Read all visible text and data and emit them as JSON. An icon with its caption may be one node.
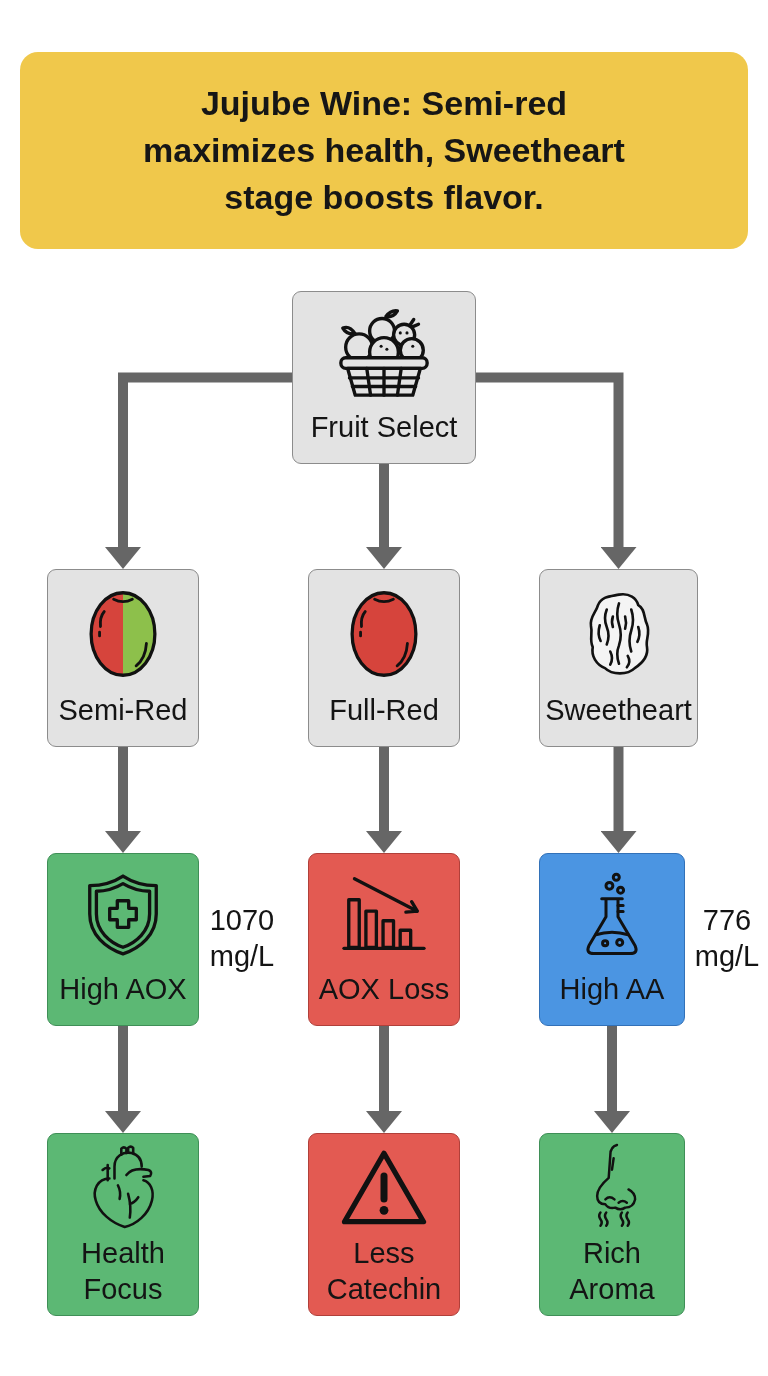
{
  "diagram": {
    "title": "Jujube Wine: Semi-red maximizes health, Sweetheart stage boosts flavor.",
    "nodes": [
      {
        "text": [
          "Fruit Select"
        ]
      },
      {
        "text": [
          "Semi-Red"
        ]
      },
      {
        "text": [
          "Full-Red"
        ]
      },
      {
        "text": [
          "Sweetheart"
        ]
      },
      {
        "text": [
          "High AOX"
        ],
        "beside": [
          "1070 mg/L"
        ]
      },
      {
        "text": [
          "AOX Loss"
        ]
      },
      {
        "text": [
          "High AA"
        ],
        "beside": [
          "776 mg/L"
        ]
      },
      {
        "text": [
          "Health Focus"
        ]
      },
      {
        "text": [
          "Less Catechin"
        ]
      },
      {
        "text": [
          "Rich Aroma"
        ]
      }
    ],
    "edges": [
      {
        "from": 0,
        "to": 1,
        "arrow": "to"
      },
      {
        "from": 0,
        "to": 2,
        "arrow": "to"
      },
      {
        "from": 0,
        "to": 3,
        "arrow": "to"
      },
      {
        "from": 1,
        "to": 4,
        "arrow": "to"
      },
      {
        "from": 2,
        "to": 5,
        "arrow": "to"
      },
      {
        "from": 3,
        "to": 6,
        "arrow": "to"
      },
      {
        "from": 4,
        "to": 7,
        "arrow": "to"
      },
      {
        "from": 5,
        "to": 8,
        "arrow": "to"
      },
      {
        "from": 6,
        "to": 9,
        "arrow": "to"
      }
    ]
  }
}
